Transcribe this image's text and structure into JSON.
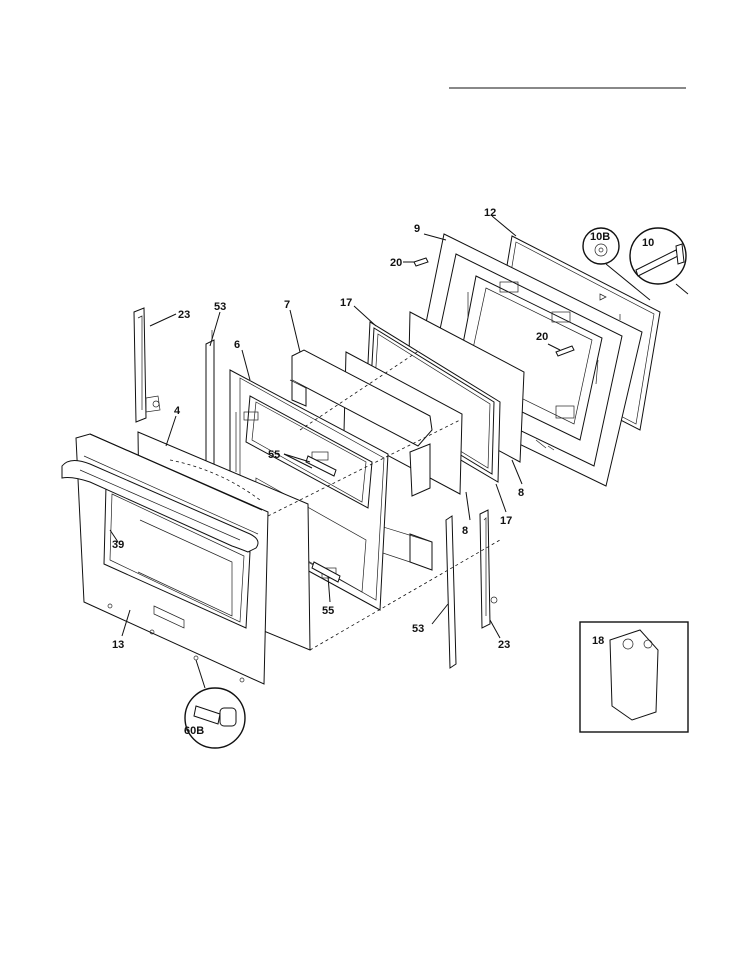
{
  "diagram": {
    "header_rule": true,
    "parts": [
      {
        "id": "p23a",
        "label": "23"
      },
      {
        "id": "p53a",
        "label": "53"
      },
      {
        "id": "p7",
        "label": "7"
      },
      {
        "id": "p17a",
        "label": "17"
      },
      {
        "id": "p9",
        "label": "9"
      },
      {
        "id": "p12",
        "label": "12"
      },
      {
        "id": "p10B",
        "label": "10B"
      },
      {
        "id": "p10",
        "label": "10"
      },
      {
        "id": "p20a",
        "label": "20"
      },
      {
        "id": "p20b",
        "label": "20"
      },
      {
        "id": "p6",
        "label": "6"
      },
      {
        "id": "p4",
        "label": "4"
      },
      {
        "id": "p55a",
        "label": "55"
      },
      {
        "id": "p55b",
        "label": "55"
      },
      {
        "id": "p39",
        "label": "39"
      },
      {
        "id": "p13",
        "label": "13"
      },
      {
        "id": "p8a",
        "label": "8"
      },
      {
        "id": "p8b",
        "label": "8"
      },
      {
        "id": "p17b",
        "label": "17"
      },
      {
        "id": "p53b",
        "label": "53"
      },
      {
        "id": "p23b",
        "label": "23"
      },
      {
        "id": "p18",
        "label": "18"
      },
      {
        "id": "p60B",
        "label": "60B"
      }
    ]
  }
}
